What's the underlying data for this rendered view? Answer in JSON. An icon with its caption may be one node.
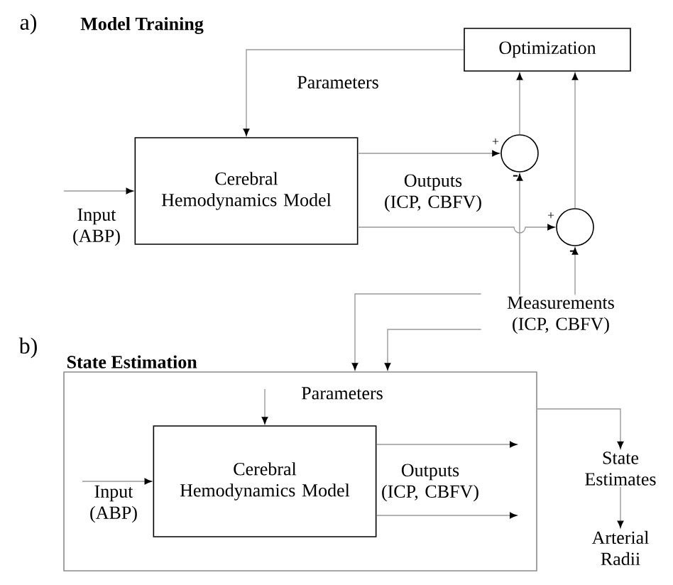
{
  "diagram": {
    "nodes": [
      {
        "text": [
          "Optimization"
        ]
      },
      {
        "text": [
          "Cerebral Hemodynamics Model"
        ]
      },
      {
        "text": [],
        "shape": "circle"
      },
      {
        "text": [],
        "shape": "circle"
      },
      {
        "text": [
          "Measurements (ICP, CBFV)"
        ]
      },
      {
        "text": [
          "State Estimation"
        ]
      },
      {
        "text": [
          "Parameters"
        ],
        "in": 5
      },
      {
        "text": [
          "Cerebral Hemodynamics Model"
        ],
        "in": 5
      },
      {
        "text": [
          "State Estimates"
        ]
      },
      {
        "text": [
          "Arterial Radii"
        ]
      }
    ],
    "edges": [
      {
        "from": 0,
        "to": 1,
        "arrow": "to",
        "label": "Parameters"
      },
      {
        "from": null,
        "to": 1,
        "arrow": "to",
        "label": "Input (ABP)"
      },
      {
        "from": 1,
        "to": 2,
        "arrow": "to"
      },
      {
        "from": 1,
        "to": 3,
        "arrow": "to"
      },
      {
        "from": 2,
        "to": 0,
        "arrow": "to"
      },
      {
        "from": 3,
        "to": 0,
        "arrow": "to"
      },
      {
        "from": 4,
        "to": 2,
        "arrow": "to"
      },
      {
        "from": 4,
        "to": 3,
        "arrow": "to"
      },
      {
        "from": 4,
        "to": 5,
        "arrow": "to"
      },
      {
        "from": 4,
        "to": 5,
        "arrow": "to"
      },
      {
        "from": 6,
        "to": 7,
        "arrow": "to"
      },
      {
        "from": null,
        "to": 7,
        "arrow": "to",
        "label": "Input (ABP)"
      },
      {
        "from": 7,
        "to": null,
        "arrow": "to"
      },
      {
        "from": 7,
        "to": null,
        "arrow": "to"
      },
      {
        "from": 5,
        "to": 8,
        "arrow": "to"
      },
      {
        "from": 8,
        "to": 9,
        "arrow": "to"
      }
    ],
    "labels": [
      "a)",
      "Model Training",
      "+",
      "-",
      "Outputs (ICP, CBFV)",
      "+",
      "-",
      "b)",
      "Outputs (ICP, CBFV)"
    ]
  }
}
